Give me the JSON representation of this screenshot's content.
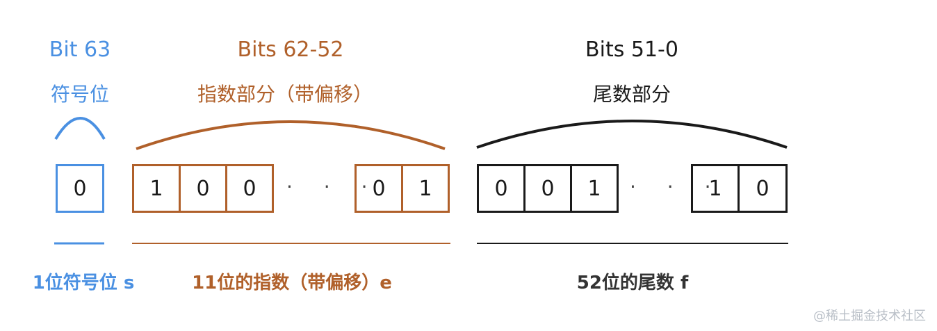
{
  "sign": {
    "title": "Bit 63",
    "subtitle": "符号位",
    "bits": [
      "0"
    ],
    "footer": "1位符号位 s",
    "color": "#4a90e2"
  },
  "exponent": {
    "title": "Bits 62-52",
    "subtitle": "指数部分（带偏移）",
    "bits_left": [
      "1",
      "0",
      "0"
    ],
    "bits_right": [
      "0",
      "1"
    ],
    "footer": "11位的指数（带偏移）e",
    "color": "#b0602a"
  },
  "mantissa": {
    "title": "Bits 51-0",
    "subtitle": "尾数部分",
    "bits_left": [
      "0",
      "0",
      "1"
    ],
    "bits_right": [
      "1",
      "0"
    ],
    "footer": "52位的尾数 f",
    "color": "#1a1a1a"
  },
  "ellipsis": "· · ·",
  "watermark": "@稀土掘金技术社区"
}
